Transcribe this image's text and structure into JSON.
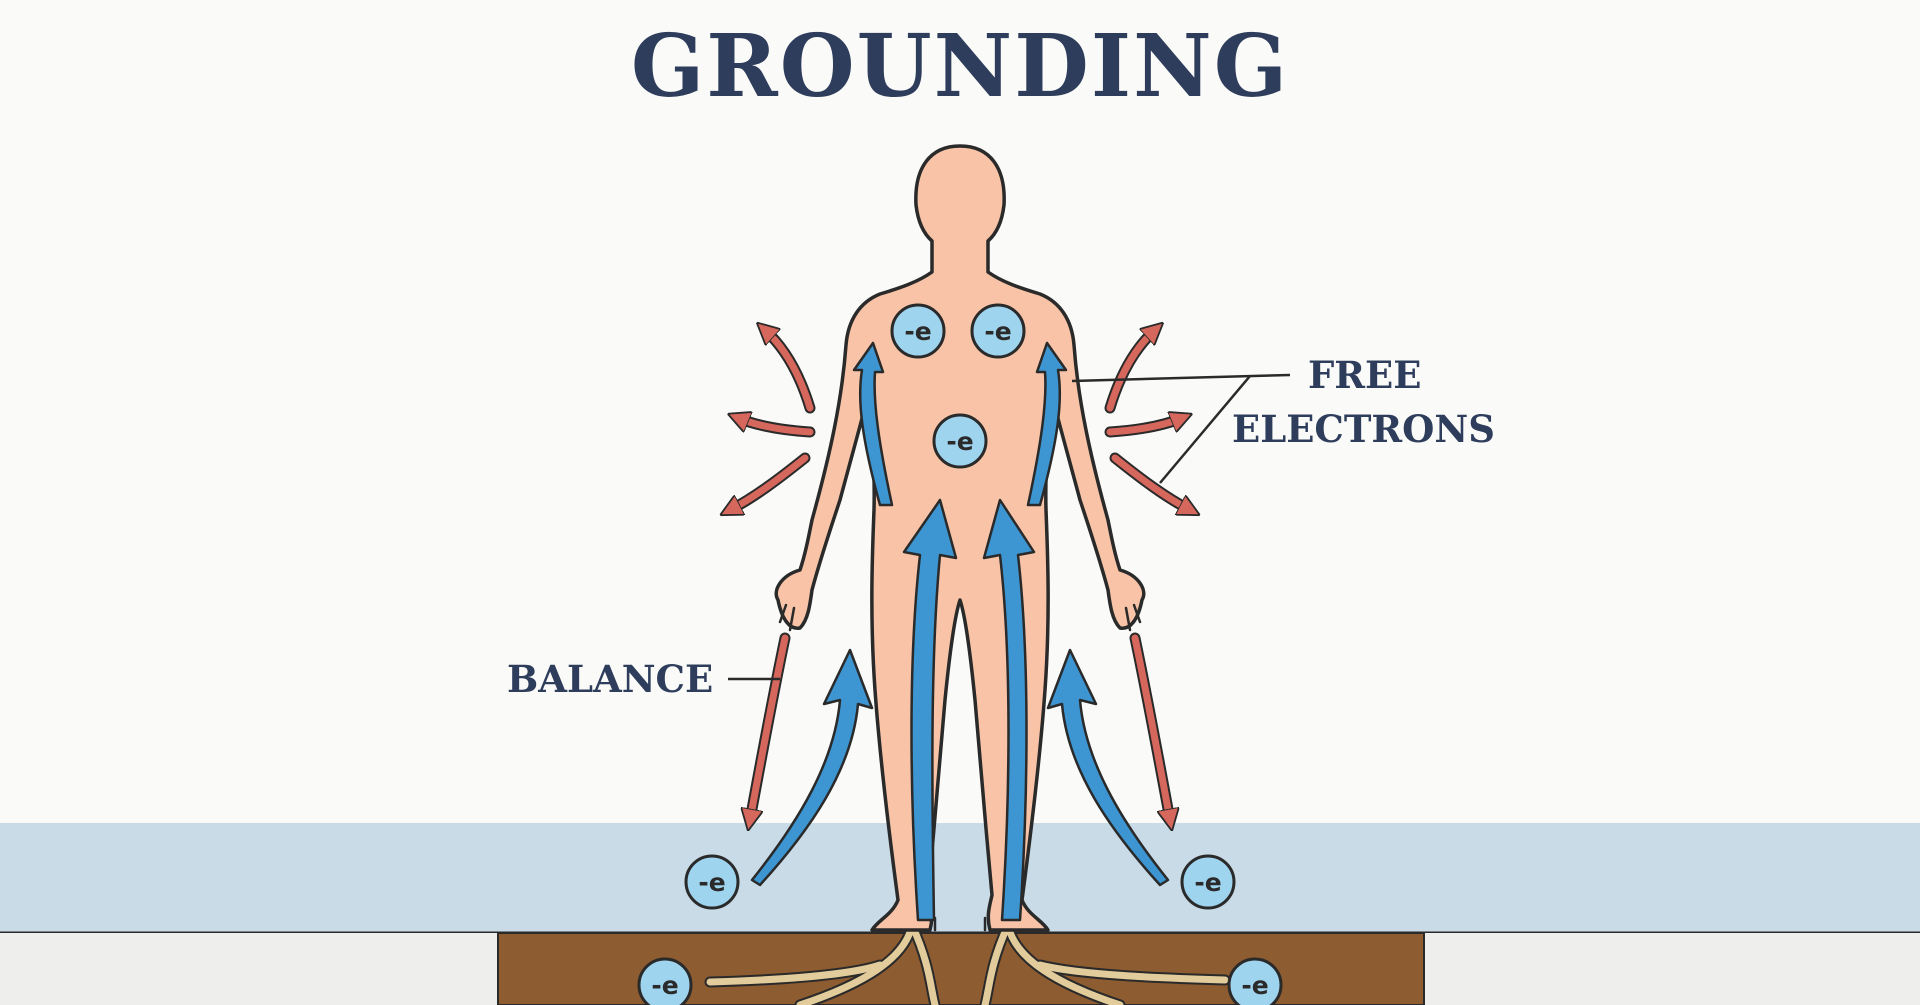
{
  "title": "GROUNDING",
  "labels": {
    "free_electrons_line1": "FREE",
    "free_electrons_line2": "ELECTRONS",
    "balance": "BALANCE"
  },
  "electron_symbol": "-e",
  "colors": {
    "title": "#2e3d5c",
    "label": "#2e3d5c",
    "skin": "#f8c3a6",
    "outline": "#2a2a2a",
    "blue_arrow": "#3d96d1",
    "red_arrow": "#d5675c",
    "electron_fill": "#9fd4ef",
    "electron_ring": "#3a8cc6",
    "ground_band": "#c8dbe6",
    "soil": "#8d5c31",
    "roots": "#e2cc9b",
    "floor": "#eeeeec"
  },
  "icons": [
    "human-body-icon",
    "electron-icon",
    "root-icon",
    "arrow-icon"
  ]
}
